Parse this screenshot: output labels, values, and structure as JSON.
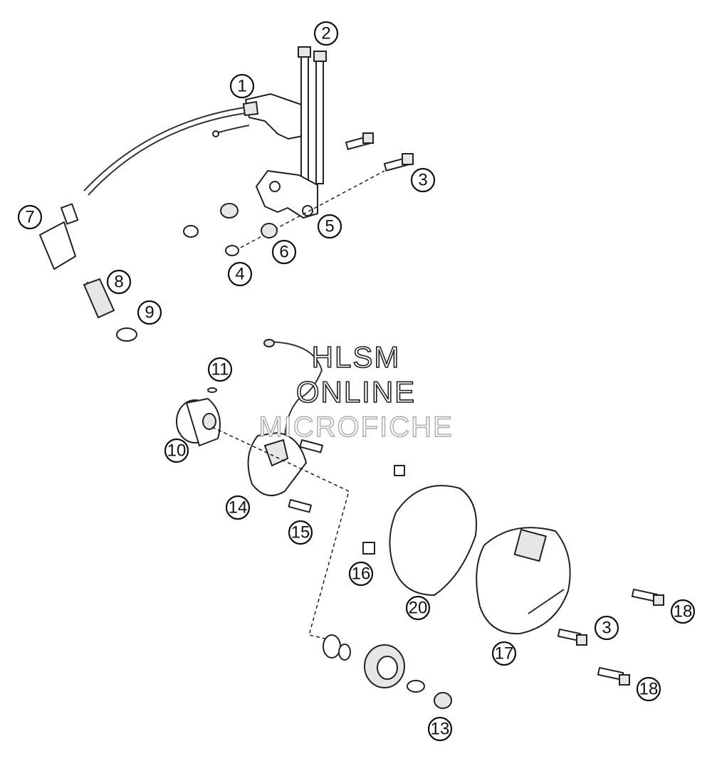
{
  "watermark": {
    "line1": "HLSM",
    "line2": "ONLINE",
    "line3": "MICROFICHE"
  },
  "callouts": [
    "1",
    "2",
    "3",
    "4",
    "5",
    "6",
    "7",
    "8",
    "9",
    "10",
    "11",
    "13",
    "14",
    "15",
    "16",
    "17",
    "18",
    "20",
    "3",
    "18"
  ]
}
